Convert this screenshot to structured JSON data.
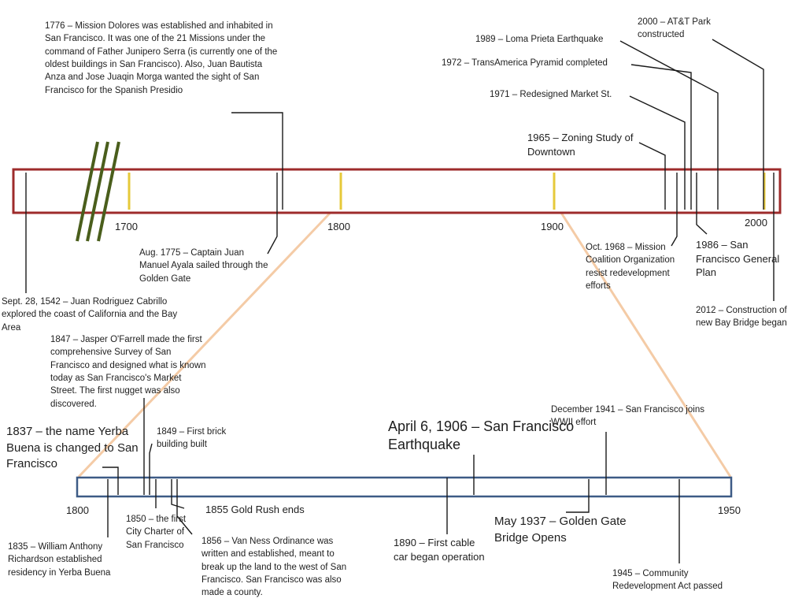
{
  "top_axis": {
    "ticks": [
      "1700",
      "1800",
      "1900",
      "2000"
    ],
    "colors": {
      "bar_border": "#9e2b2b",
      "century_marker": "#e6c93a",
      "break_marks": "#4a5e1c"
    }
  },
  "bottom_axis": {
    "start_label": "1800",
    "end_label": "1950",
    "colors": {
      "bar_border": "#3d5b86",
      "zoom_lines": "#f4cba6"
    }
  },
  "events": {
    "e1776": "1776 – Mission Dolores was established and inhabited in San Francisco. It was one of the 21 Missions under the command of Father Junipero Serra (is currently one of the oldest buildings in San Francisco). Also, Juan Bautista Anza and Jose Juaqin Morga wanted the sight of San Francisco for the Spanish Presidio",
    "e2000": "2000 – AT&T Park constructed",
    "e1989": "1989 – Loma Prieta Earthquake",
    "e1972": "1972 – TransAmerica Pyramid completed",
    "e1971": "1971 – Redesigned Market St.",
    "e1965": "1965 – Zoning Study of Downtown",
    "e1775": "Aug. 1775 – Captain Juan Manuel Ayala sailed through the Golden Gate",
    "e1968": "Oct. 1968 – Mission Coalition Organization resist redevelopment efforts",
    "e1986": "1986 – San Francisco General Plan",
    "e1542": "Sept. 28, 1542 – Juan Rodriguez Cabrillo explored the coast of California and the Bay Area",
    "e2012": "2012 – Construction of new Bay Bridge began",
    "e1847": "1847 – Jasper O'Farrell made the first comprehensive Survey of San Francisco and designed what is known today as San Francisco's Market Street. The first nugget was also discovered.",
    "e1837": "1837 – the name Yerba Buena is changed to San Francisco",
    "e1849": "1849 – First brick building built",
    "e1906": "April 6, 1906 – San Francisco Earthquake",
    "e1941": "December 1941 – San Francisco joins WWII effort",
    "e1855": "1855 Gold Rush ends",
    "e1850": "1850 – the first City Charter of San Francisco",
    "e1937": "May 1937 – Golden Gate Bridge Opens",
    "e1835": "1835 – William Anthony Richardson established residency in Yerba Buena",
    "e1856": "1856 – Van Ness Ordinance was written and established, meant to break up the land to the west of San Francisco. San Francisco was also made a county.",
    "e1890": "1890 – First cable car began operation",
    "e1945": "1945 – Community Redevelopment Act passed"
  }
}
